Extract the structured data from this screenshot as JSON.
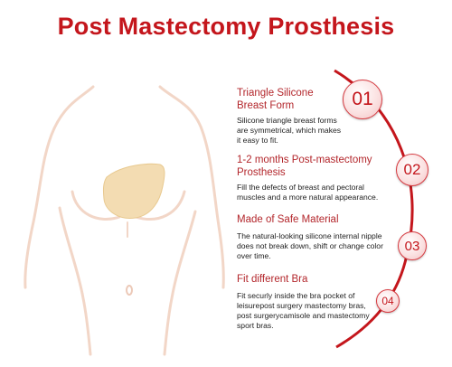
{
  "title": "Post Mastectomy Prosthesis",
  "items": [
    {
      "number": "01",
      "title": "Triangle Silicone Breast Form",
      "title_lines": [
        "Triangle Silicone",
        "Breast Form"
      ],
      "desc_lines": [
        "Silicone triangle breast forms",
        "are symmetrical, which makes",
        "it easy to fit."
      ]
    },
    {
      "number": "02",
      "title": "1-2 months Post-mastectomy Prosthesis",
      "title_lines": [
        "1-2 months Post-mastectomy",
        "Prosthesis"
      ],
      "desc_lines": [
        "Fill the defects of breast and pectoral",
        "muscles and a more natural appearance."
      ]
    },
    {
      "number": "03",
      "title": "Made of Safe Material",
      "title_lines": [
        "Made of Safe Material"
      ],
      "desc_lines": [
        "The natural-looking silicone internal nipple",
        "does not break down, shift or change color",
        "over time."
      ]
    },
    {
      "number": "04",
      "title": "Fit different Bra",
      "title_lines": [
        "Fit different Bra"
      ],
      "desc_lines": [
        "Fit securly inside the bra pocket of",
        "leisurepost surgery mastectomy bras,",
        "post surgerycamisole and mastectomy",
        "sport bras."
      ]
    }
  ],
  "colors": {
    "accent": "#c4161c",
    "body_outline": "#f2d9cc",
    "prosthesis": "#f3dcb2",
    "arc": "#c4161c"
  }
}
